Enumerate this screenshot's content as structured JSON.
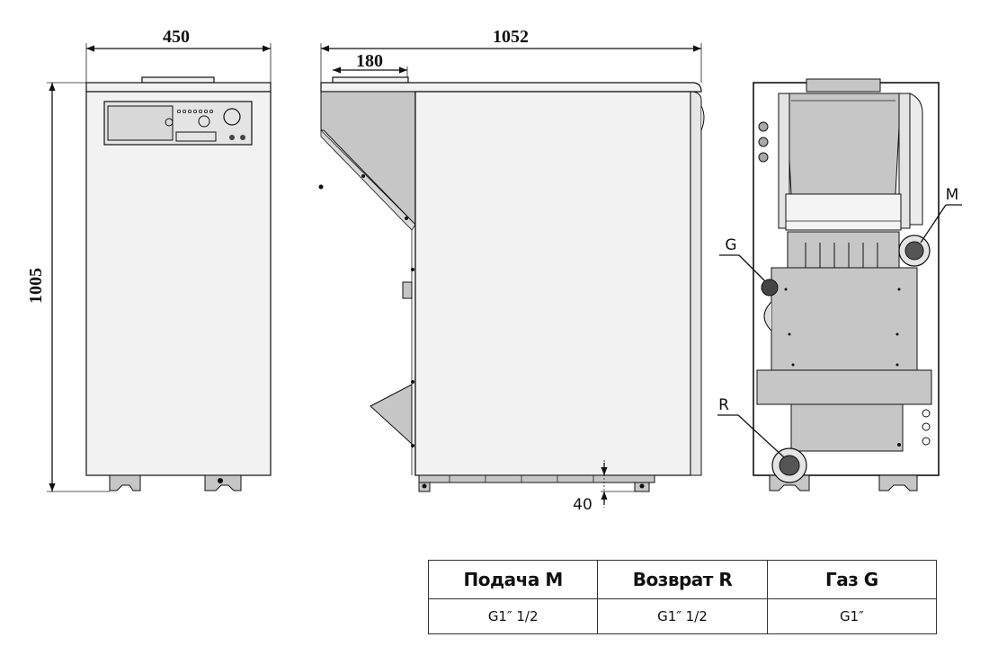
{
  "dimensions": {
    "front_width": "450",
    "total_depth": "1052",
    "top_inset": "180",
    "height": "1005",
    "foot_height": "40"
  },
  "connection_labels": {
    "supply": "M",
    "gas": "G",
    "return": "R"
  },
  "table": {
    "headers": [
      "Подача М",
      "Возврат R",
      "Газ G"
    ],
    "values": [
      "G1″ 1/2",
      "G1″ 1/2",
      "G1″"
    ]
  },
  "colors": {
    "line": "#111111",
    "panel": "#f2f2f2",
    "component_grey": "#c6c6c6"
  }
}
